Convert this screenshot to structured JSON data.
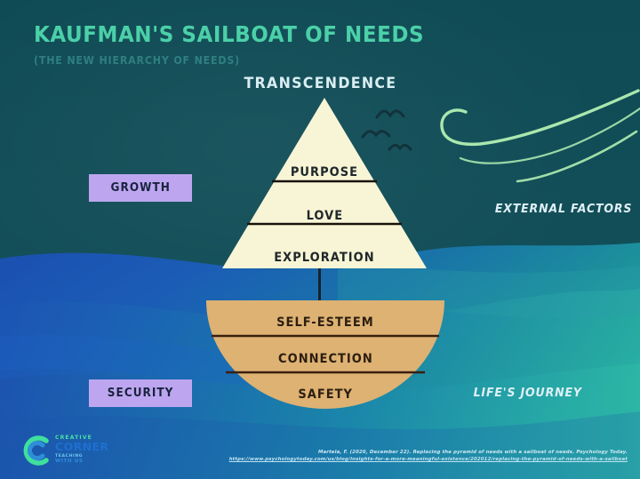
{
  "header": {
    "title": "KAUFMAN'S SAILBOAT OF NEEDS",
    "subtitle": "(THE NEW HIERARCHY OF NEEDS)"
  },
  "diagram": {
    "peak_label": "TRANSCENDENCE",
    "sail": {
      "group_badge": "GROWTH",
      "levels": [
        {
          "label": "PURPOSE"
        },
        {
          "label": "LOVE"
        },
        {
          "label": "EXPLORATION"
        }
      ]
    },
    "hull": {
      "group_badge": "SECURITY",
      "levels": [
        {
          "label": "SELF-ESTEEM"
        },
        {
          "label": "CONNECTION"
        },
        {
          "label": "SAFETY"
        }
      ]
    },
    "annotations": {
      "wind": "EXTERNAL FACTORS",
      "water": "LIFE'S JOURNEY"
    }
  },
  "colors": {
    "sky": "#124e58",
    "sail_fill": "#f7f4d4",
    "hull_fill": "#ddb273",
    "badge_fill": "#bda6ef",
    "badge_text": "#19233f",
    "title_accent": "#4bd0a8",
    "subtitle_accent": "#2f7f80",
    "wind_stroke": "#a6e8b0",
    "water_top": "#1f5fb8",
    "water_bottom": "#25a3a0",
    "divider": "#1d1508"
  },
  "footer": {
    "citation": "Martela, F. (2020, December 22). Replacing the pyramid of needs with a sailboat of needs. Psychology Today.",
    "url": "https://www.psychologytoday.com/us/blog/insights-for-a-more-meaningful-existence/202012/replacing-the-pyramid-of-needs-with-a-sailboat",
    "logo": {
      "line1": "CREATIVE",
      "line2": "CORNER",
      "line3": "TEACHING",
      "line4": "WITH US"
    }
  }
}
